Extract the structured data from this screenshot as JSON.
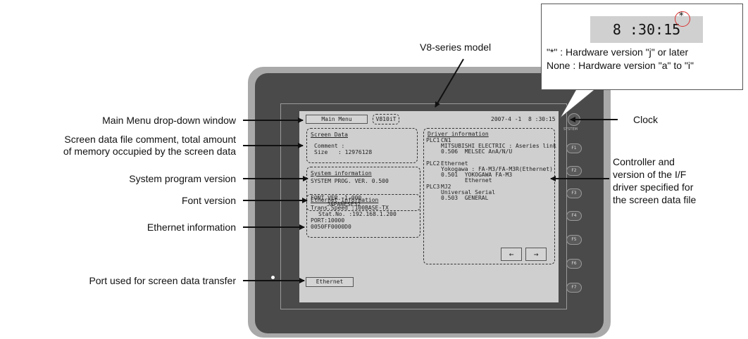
{
  "labels": {
    "main_menu": "Main Menu drop-down window",
    "screen_comment_1": "Screen data file comment, total amount",
    "screen_comment_2": "of memory occupied by the screen data",
    "system_program": "System program version",
    "font_version": "Font version",
    "ethernet_info": "Ethernet information",
    "port_used": "Port used for screen data transfer",
    "model": "V8-series model",
    "clock": "Clock",
    "controller_1": "Controller and",
    "controller_2": "version of the I/F",
    "controller_3": "driver specified for",
    "controller_4": "the screen data file"
  },
  "callout": {
    "clock_display": "8 :30:15",
    "asterisk": "*",
    "line1": "\"*\" : Hardware version \"j\" or later",
    "line2": "None : Hardware version \"a\" to \"i\""
  },
  "screen": {
    "main_menu_button": "Main Menu",
    "model": "V810iT",
    "date": "2007-4 -1",
    "time": "8 :30:15",
    "screen_data": {
      "title": "Screen Data",
      "comment_label": "Comment :",
      "size_label": "Size",
      "size_value": ": 12976128"
    },
    "system_info": {
      "title": "System information",
      "prog_version": "SYSTEM PROG. VER. 0.500",
      "font_version": "FONT VER. 1.000",
      "font_name": "JAPANESE32"
    },
    "ethernet_info": {
      "title": "Ethernet Information",
      "speed": "Trans.Speed :100BASE-TX",
      "station": "Stat.No. :192.168.1.200",
      "port": "PORT:10000",
      "mac": "0050FF0000D0"
    },
    "driver_info": {
      "title": "Driver information",
      "plc1_id": "PLC1",
      "plc1_port": "CN1",
      "plc1_line1": "MITSUBISHI ELECTRIC : Aseries link",
      "plc1_line2": "0.506  MELSEC AnA/N/U",
      "plc2_id": "PLC2",
      "plc2_port": "Ethernet",
      "plc2_line1": "Yokogawa : FA-M3/FA-M3R(Ethernet)",
      "plc2_line2": "0.501  YOKOGAWA FA-M3",
      "plc2_line3": "Ethernet",
      "plc3_id": "PLC3",
      "plc3_port": "MJ2",
      "plc3_line1": "Universal Serial",
      "plc3_line2": "0.503  GENERAL"
    },
    "prev_arrow": "←",
    "next_arrow": "→",
    "ethernet_button": "Ethernet"
  },
  "keys": {
    "system": "SYSTEM",
    "f1": "F1",
    "f2": "F2",
    "f3": "F3",
    "f4": "F4",
    "f5": "F5",
    "f6": "F6",
    "f7": "F7"
  }
}
